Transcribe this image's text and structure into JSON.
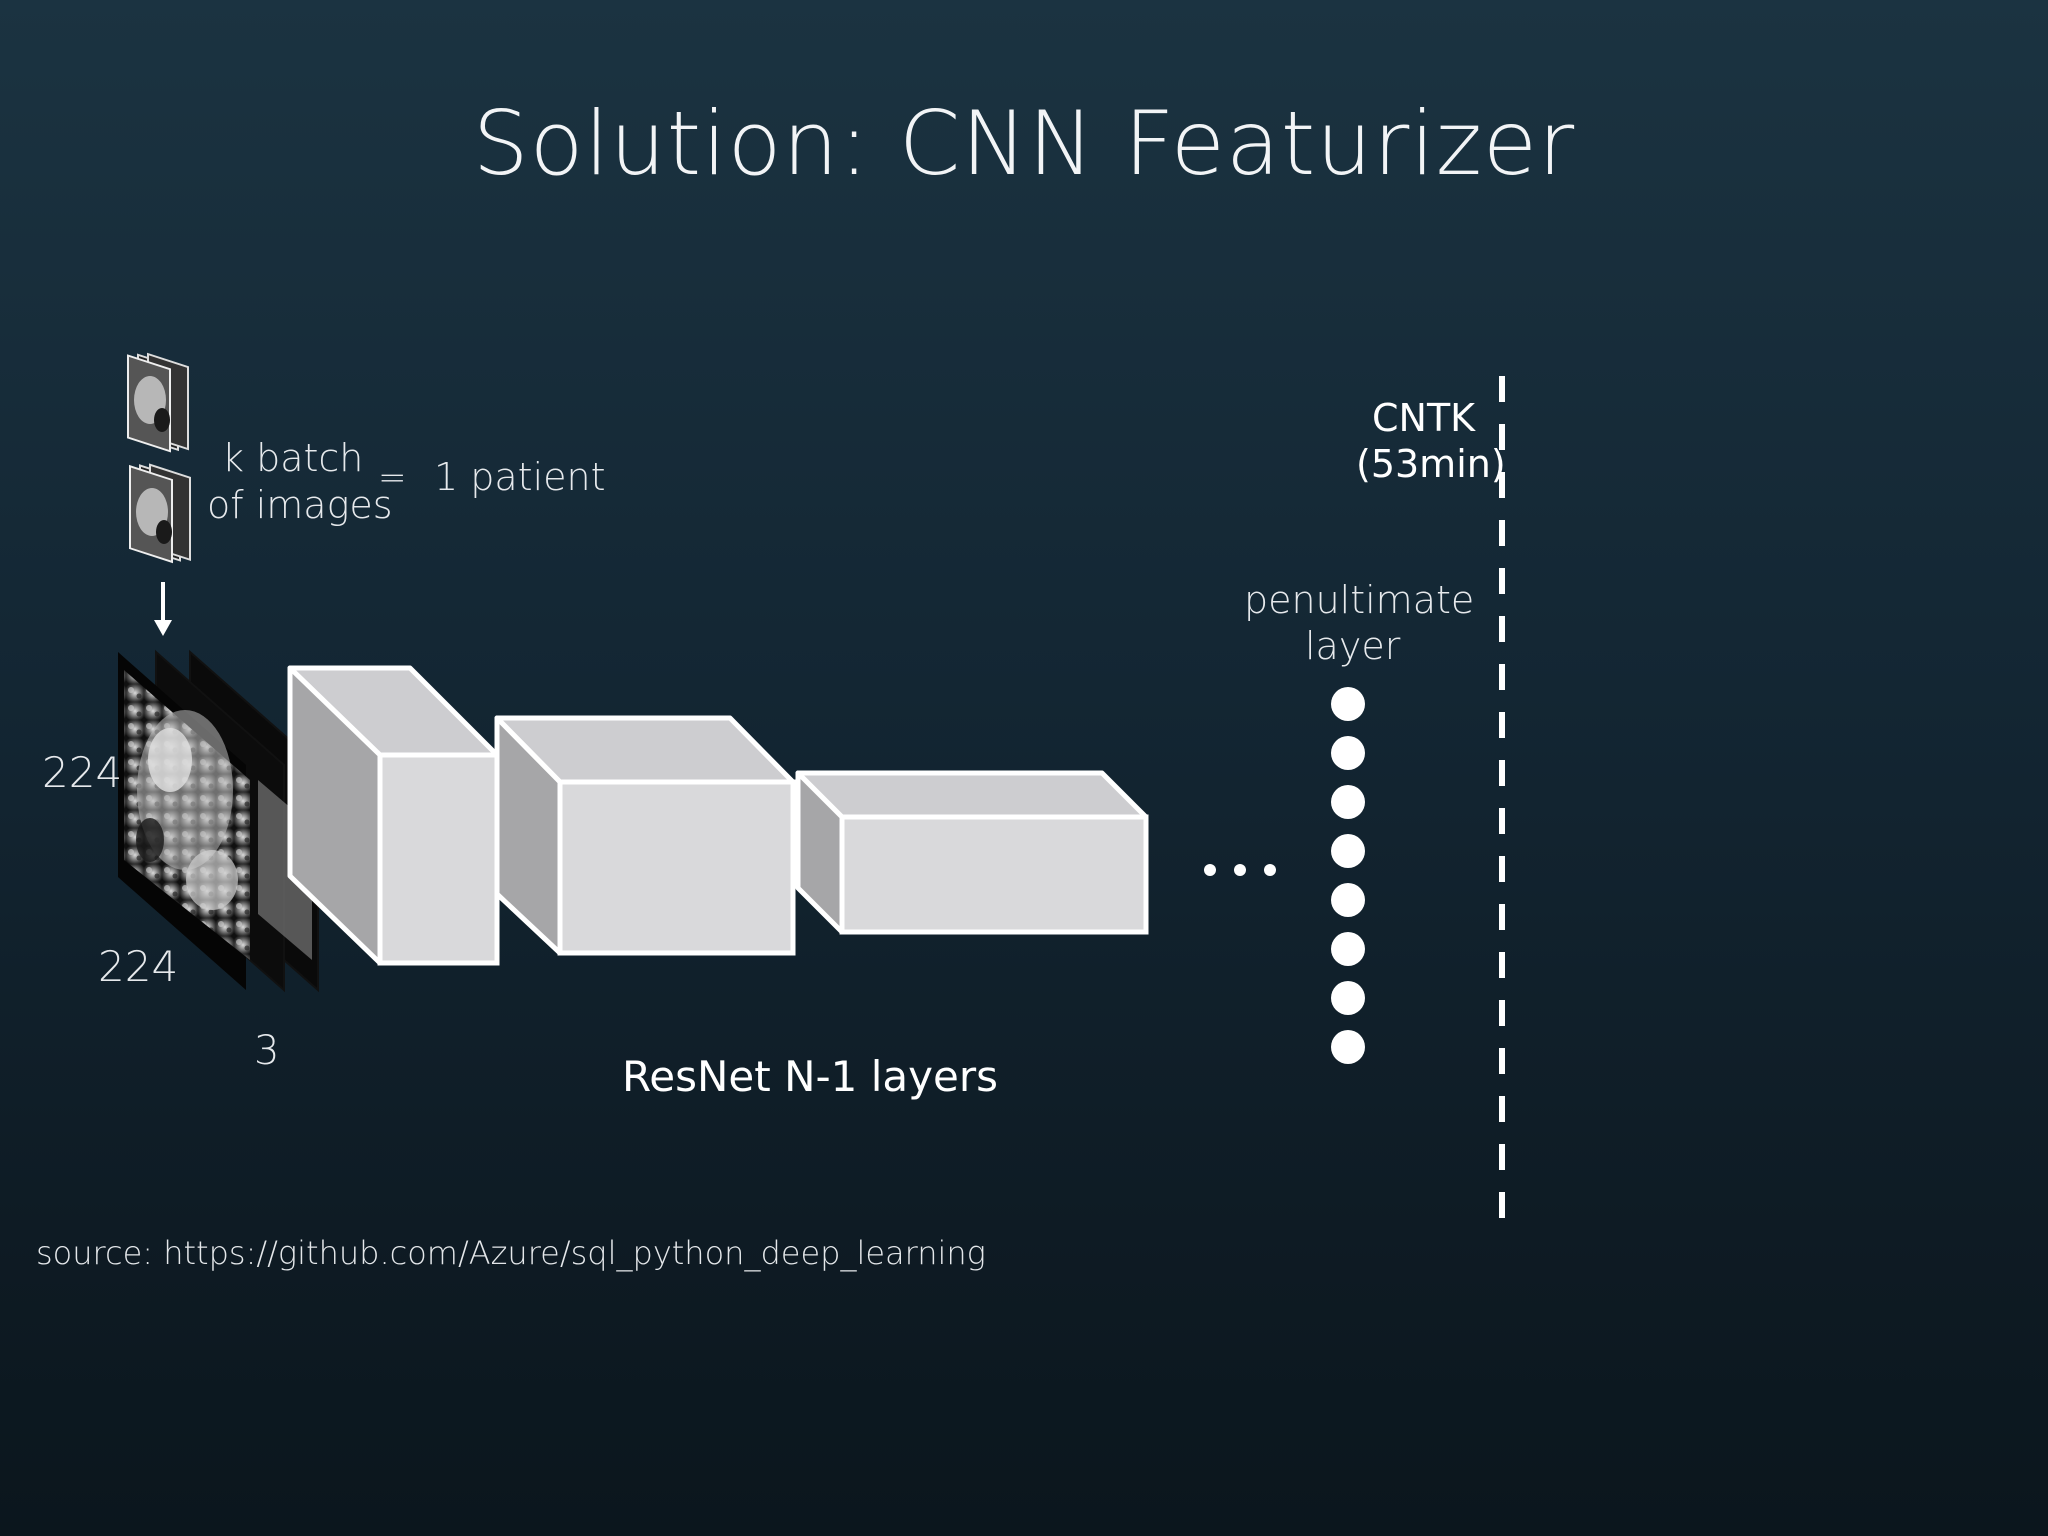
{
  "slide": {
    "title": "Solution: CNN Featurizer",
    "input": {
      "batch_label_line1": "k batch",
      "batch_label_line2": "of images",
      "equals": "=",
      "patient_label": "1 patient",
      "dim_height": "224",
      "dim_width": "224",
      "dim_channels": "3"
    },
    "network": {
      "label": "ResNet N-1 layers",
      "ellipsis_dots": 3
    },
    "penultimate": {
      "label_line1": "penultimate",
      "label_line2": "layer",
      "node_count": 8
    },
    "framework": {
      "name": "CNTK",
      "time": "(53min)"
    },
    "source": "source: https://github.com/Azure/sql_python_deep_learning"
  },
  "colors": {
    "block_front": "#d9d9db",
    "block_side": "#a6a6a8",
    "block_top": "#cdcdd0",
    "block_edge": "#ffffff",
    "node": "#ffffff",
    "divider": "#ffffff"
  },
  "icons": {
    "input_arrow": "arrow-down-icon",
    "scan_thumbnails": "mri-scan-icon"
  }
}
